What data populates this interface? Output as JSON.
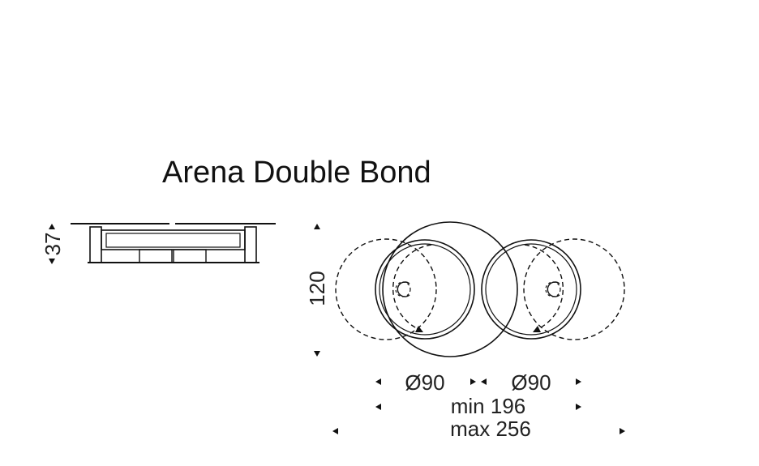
{
  "title": "Arena Double Bond",
  "dimensions": {
    "height": "37",
    "depth": "120",
    "diameter_left": "Ø90",
    "diameter_right": "Ø90",
    "min_length": "min 196",
    "max_length": "max 256"
  }
}
